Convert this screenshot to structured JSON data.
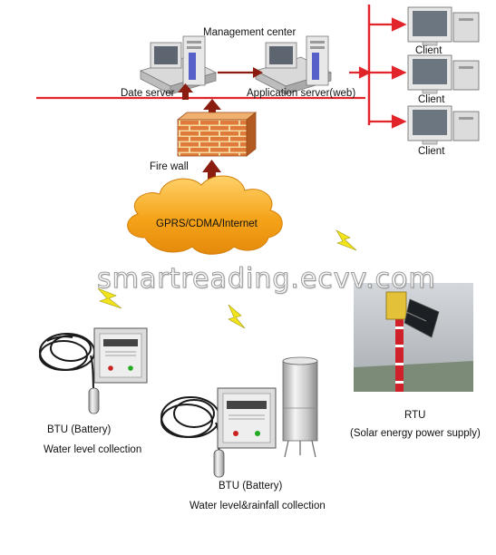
{
  "labels": {
    "management_center": "Management center",
    "date_server": "Date server",
    "application_server": "Application server(web)",
    "clients": [
      "Client",
      "Client",
      "Client"
    ],
    "fire_wall": "Fire wall",
    "network": "GPRS/CDMA/Internet",
    "btu_1_title": "BTU (Battery)",
    "btu_1_desc": "Water level collection",
    "btu_2_title": "BTU (Battery)",
    "btu_2_desc": "Water level&rainfall collection",
    "rtu_title": "RTU",
    "rtu_desc": "(Solar energy power supply)"
  },
  "watermark": "smartreading.ecvv.com",
  "colors": {
    "line_red": "#e2242b",
    "arrow_brown": "#8a1c10",
    "cloud_orange": "#f5a319",
    "brick": "#e07a3a",
    "mortar": "#f4d9a0",
    "lightning": "#f2e41c"
  },
  "icons": [
    "server-icon",
    "monitor-icon",
    "firewall-icon",
    "cloud-icon",
    "lightning-icon",
    "sensor-box-icon",
    "probe-cable-icon",
    "rain-gauge-icon",
    "solar-pole-photo"
  ]
}
